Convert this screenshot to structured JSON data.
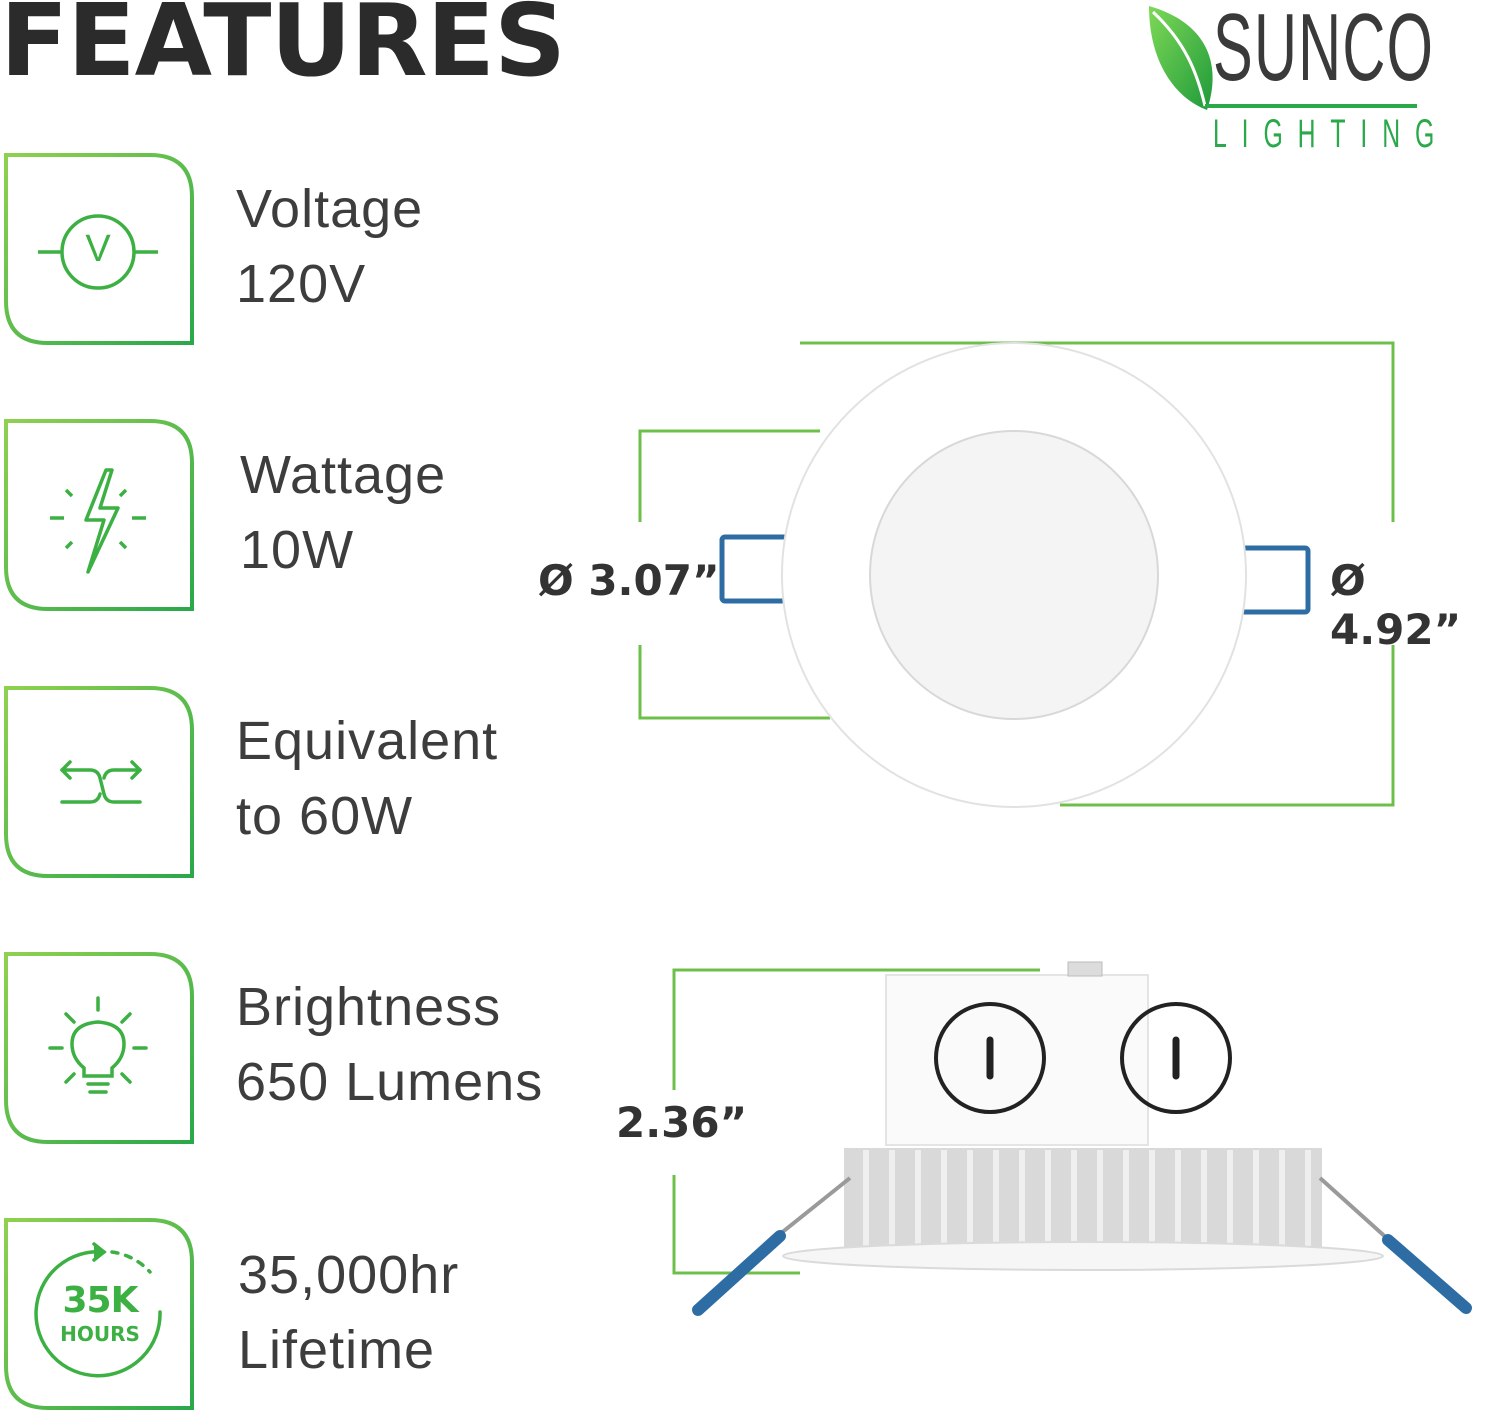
{
  "header": {
    "title": "FEATURES"
  },
  "brand": {
    "name": "SUNCO",
    "tagline": "LIGHTING",
    "accent": "#2aa84a"
  },
  "features": [
    {
      "icon": "voltage-icon",
      "icon_letter": "V",
      "label": "Voltage",
      "value": "120V"
    },
    {
      "icon": "lightning-bolt-icon",
      "label": "Wattage",
      "value": "10W"
    },
    {
      "icon": "swap-arrows-icon",
      "label": "Equivalent",
      "value": "to 60W"
    },
    {
      "icon": "light-bulb-icon",
      "label": "Brightness",
      "value": "650 Lumens"
    },
    {
      "icon": "lifetime-35k-icon",
      "icon_text_top": "35K",
      "icon_text_bottom": "HOURS",
      "label": "35,000hr",
      "value": "Lifetime"
    }
  ],
  "dimensions": {
    "cutout_diameter": "Ø 3.07”",
    "outer_diameter": "Ø 4.92”",
    "height": "2.36”"
  },
  "colors": {
    "green": "#3cb043",
    "clip_blue": "#2e6da4",
    "text": "#3d3d3d"
  }
}
